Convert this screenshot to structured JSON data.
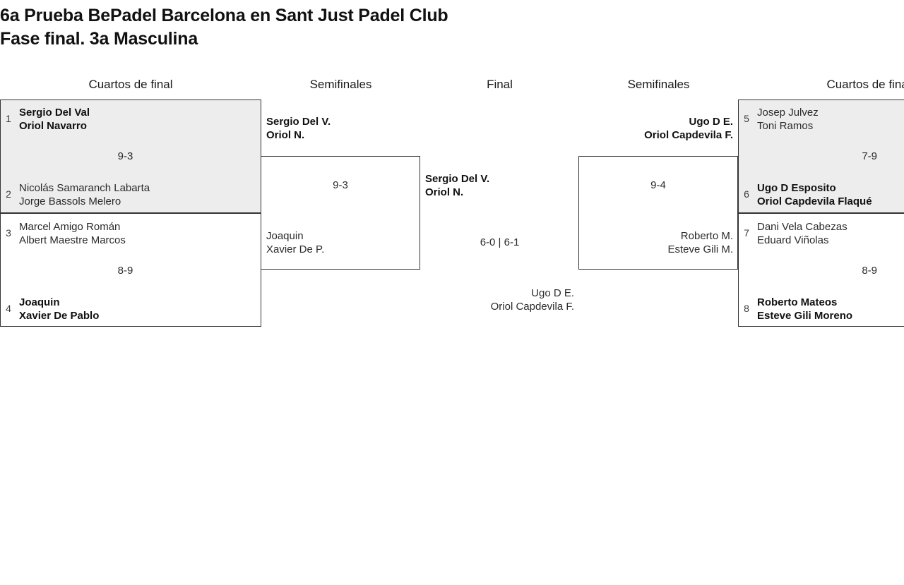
{
  "title": {
    "line1": "6a Prueba BePadel Barcelona en Sant Just Padel Club",
    "line2": "Fase final. 3a Masculina"
  },
  "headers": {
    "qf_left": "Cuartos de final",
    "sf_left": "Semifinales",
    "final": "Final",
    "sf_right": "Semifinales",
    "qf_right": "Cuartos de final"
  },
  "colors": {
    "shaded_row": "#ededed",
    "border": "#333333",
    "text": "#1a1a1a",
    "page_background": "#ffffff"
  },
  "bracket": {
    "qf_left": [
      {
        "seed_top": "1",
        "top_player1": "Sergio Del Val",
        "top_player2": "Oriol Navarro",
        "top_winner": true,
        "score": "9-3",
        "seed_bottom": "2",
        "bottom_player1": "Nicolás Samaranch Labarta",
        "bottom_player2": "Jorge Bassols Melero",
        "bottom_winner": false,
        "shaded": true
      },
      {
        "seed_top": "3",
        "top_player1": "Marcel Amigo Román",
        "top_player2": "Albert Maestre Marcos",
        "top_winner": false,
        "score": "8-9",
        "seed_bottom": "4",
        "bottom_player1": "Joaquin",
        "bottom_player2": "Xavier De Pablo",
        "bottom_winner": true,
        "shaded": false
      }
    ],
    "sf_left": [
      {
        "top_player1": "Sergio Del V.",
        "top_player2": "Oriol N.",
        "top_winner": true,
        "score": "9-3",
        "bottom_player1": "Joaquin",
        "bottom_player2": "Xavier De P.",
        "bottom_winner": false
      }
    ],
    "final": [
      {
        "top_player1": "Sergio Del V.",
        "top_player2": "Oriol N.",
        "top_winner": true,
        "score": "6-0 | 6-1",
        "bottom_player1": "Ugo D E.",
        "bottom_player2": "Oriol Capdevila F.",
        "bottom_winner": false
      }
    ],
    "sf_right": [
      {
        "top_player1": "Ugo D E.",
        "top_player2": "Oriol Capdevila F.",
        "top_winner": true,
        "score": "9-4",
        "bottom_player1": "Roberto M.",
        "bottom_player2": "Esteve Gili M.",
        "bottom_winner": false
      }
    ],
    "qf_right": [
      {
        "seed_top": "5",
        "top_player1": "Josep Julvez",
        "top_player2": "Toni Ramos",
        "top_winner": false,
        "score": "7-9",
        "seed_bottom": "6",
        "bottom_player1": "Ugo D Esposito",
        "bottom_player2": "Oriol Capdevila Flaqué",
        "bottom_winner": true,
        "shaded": true
      },
      {
        "seed_top": "7",
        "top_player1": "Dani Vela Cabezas",
        "top_player2": "Eduard Viñolas",
        "top_winner": false,
        "score": "8-9",
        "seed_bottom": "8",
        "bottom_player1": "Roberto Mateos",
        "bottom_player2": "Esteve Gili Moreno",
        "bottom_winner": true,
        "shaded": false
      }
    ]
  }
}
